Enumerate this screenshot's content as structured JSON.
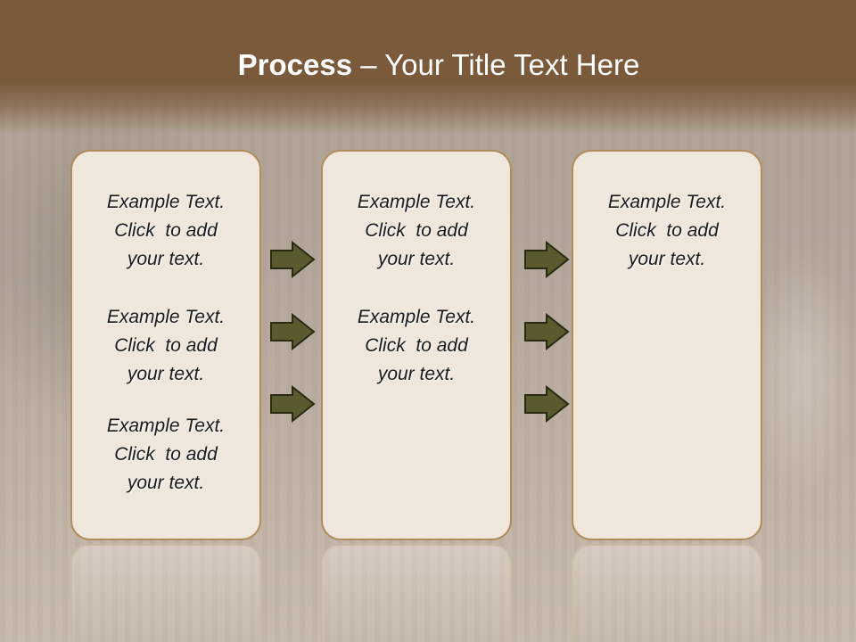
{
  "title": {
    "bold": "Process",
    "rest": "– Your Title Text Here"
  },
  "columns": [
    {
      "blocks": [
        [
          "Example Text.",
          "Click  to add",
          "your text."
        ],
        [
          "Example Text.",
          "Click  to add",
          "your text."
        ],
        [
          "Example Text.",
          "Click  to add",
          "your text."
        ]
      ]
    },
    {
      "blocks": [
        [
          "Example Text.",
          "Click  to add",
          "your text."
        ],
        [
          "Example Text.",
          "Click  to add",
          "your text."
        ]
      ]
    },
    {
      "blocks": [
        [
          "Example Text.",
          "Click  to add",
          "your text."
        ]
      ]
    }
  ],
  "colors": {
    "header": "#7a5a3a",
    "box_fill": "#efe6dc",
    "box_border": "#b08c5a",
    "arrow_fill": "#5a5a2e"
  },
  "icons": {
    "arrow": "right-arrow-icon"
  }
}
